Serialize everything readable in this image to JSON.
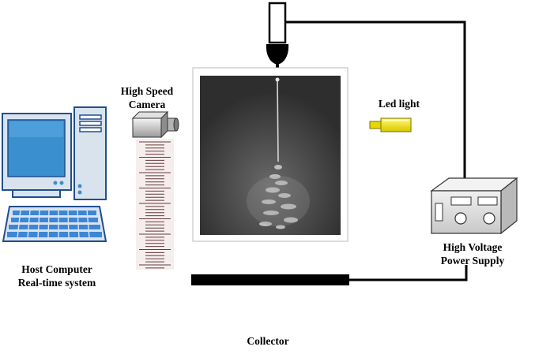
{
  "labels": {
    "host_computer": [
      "Host Computer",
      "Real-time system"
    ],
    "camera": [
      "High Speed",
      "Camera"
    ],
    "led": "Led light",
    "power_supply": [
      "High Voltage",
      "Power Supply"
    ],
    "collector": "Collector"
  },
  "colors": {
    "monitor_screen": "#3a8fcf",
    "computer_body": "#d9e3ee",
    "computer_outline": "#1f4f8f",
    "keyboard": "#3d86d6",
    "led": "#f2e600",
    "wire": "#000000",
    "collector": "#000000",
    "spray_image_bg": "#3a3a3a"
  },
  "icons": {
    "computer": "desktop-computer-icon",
    "keyboard": "keyboard-icon",
    "camera": "camera-icon",
    "scale": "ruler-scale-icon",
    "led": "led-light-icon",
    "nozzle": "syringe-nozzle-icon",
    "power_supply": "power-supply-icon",
    "collector": "collector-plate"
  }
}
